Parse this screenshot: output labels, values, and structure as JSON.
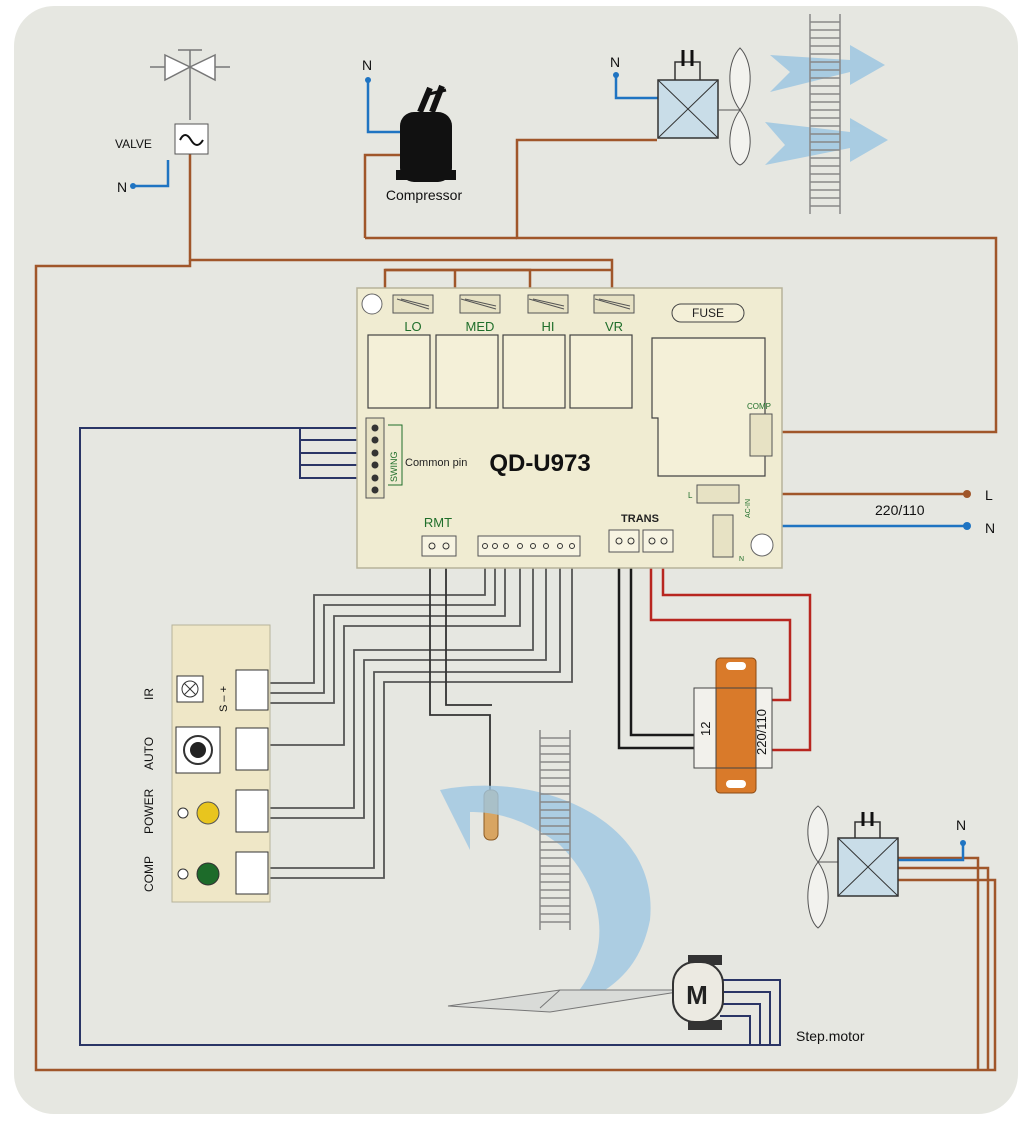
{
  "diagram": {
    "board_model": "QD-U973",
    "relay_labels": {
      "lo": "LO",
      "med": "MED",
      "hi": "HI",
      "vr": "VR"
    },
    "fuse_label": "FUSE",
    "comp_label": "COMP",
    "acin_label": "AC-IN",
    "l_pin_label": "L",
    "n_pin_label": "N",
    "swing_label": "SWING",
    "common_pin_label": "Common pin",
    "rmt_label": "RMT",
    "trans_label": "TRANS",
    "voltage_label": "220/110",
    "line_l": "L",
    "line_n": "N",
    "valve_label": "VALVE",
    "valve_n": "N",
    "compressor_label": "Compressor",
    "compressor_n": "N",
    "outdoor_fan_n": "N",
    "indoor_fan_n": "N",
    "transformer_secondary": "12",
    "transformer_primary": "220/110",
    "panel": {
      "ir": "IR",
      "ir_pins": "S – +",
      "auto": "AUTO",
      "power": "POWER",
      "comp": "COMP"
    },
    "motor_letter": "M",
    "step_motor_label": "Step.motor",
    "colors": {
      "background": "#e6e7e1",
      "board": "#f0ecd2",
      "brown_wire": "#a0562a",
      "navy_wire": "#2a3566",
      "blue_wire": "#1f74c2",
      "red_wire": "#b8261f",
      "black_wire": "#1a1a1a",
      "transformer": "#d97a2a",
      "power_led": "#e8c51e",
      "comp_led": "#1d6b2a",
      "airflow": "#9ec7e2"
    }
  }
}
